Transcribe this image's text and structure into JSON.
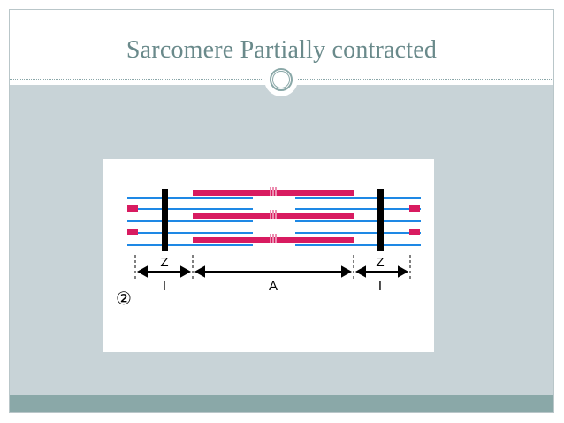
{
  "slide": {
    "title": "Sarcomere Partially contracted"
  },
  "diagram": {
    "step_number": "②",
    "z_label": "Z",
    "a_band_label": "A",
    "i_band_label": "I",
    "colors": {
      "thick_filament": "#d81b60",
      "thin_filament": "#1e88e5",
      "z_disc": "#000000",
      "title": "#6a8a8b",
      "content_bg": "#c8d3d7",
      "footer_bg": "#8aa8a8"
    }
  }
}
